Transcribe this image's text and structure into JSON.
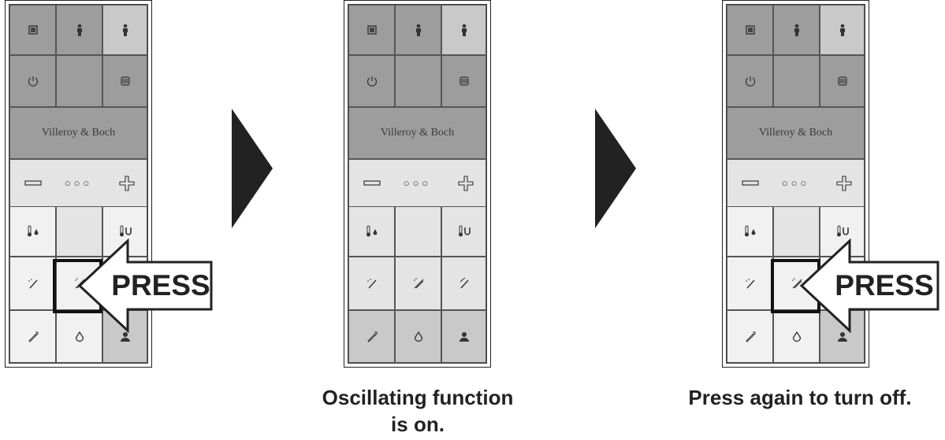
{
  "panels": [
    {
      "brand": "Villeroy & Boch",
      "dots": "○○○",
      "press_label": "PRESS",
      "caption": ""
    },
    {
      "brand": "Villeroy & Boch",
      "dots": "○○○",
      "press_label": "",
      "caption": "Oscillating function is on."
    },
    {
      "brand": "Villeroy & Boch",
      "dots": "○○○",
      "press_label": "PRESS",
      "caption": "Press again to turn off."
    }
  ],
  "icons": {
    "row1": [
      "screen-icon",
      "person-front-icon",
      "person-back-icon"
    ],
    "row2": [
      "power-icon",
      "",
      "menu-icon"
    ],
    "controls": [
      "minus-icon",
      "dots-indicator",
      "plus-icon"
    ],
    "row5": [
      "water-temp-icon",
      "",
      "seat-temp-icon"
    ],
    "row6": [
      "rear-wash-icon",
      "oscillating-wash-icon",
      "massage-wash-icon"
    ],
    "row7": [
      "lady-wash-icon",
      "water-drop-icon",
      "user-icon"
    ]
  },
  "colors": {
    "dark_tile": "#9d9d9d",
    "mid_tile": "#c9c9c9",
    "light_tile": "#e4e4e4",
    "arrow": "#222222"
  }
}
